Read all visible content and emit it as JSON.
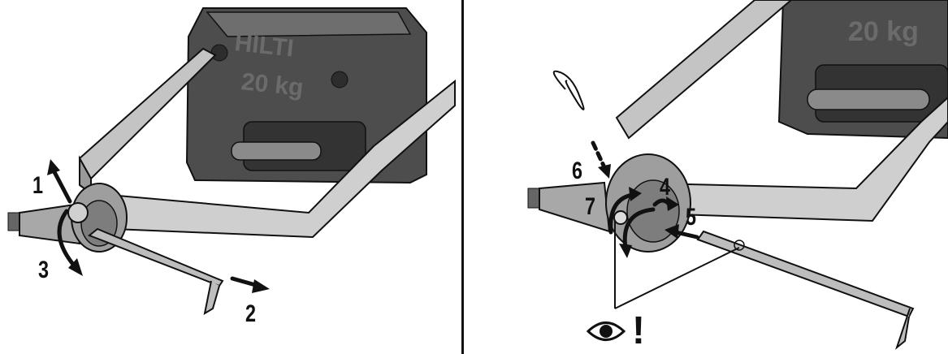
{
  "panels": [
    {
      "steps": [
        {
          "number": "1",
          "action": "lift"
        },
        {
          "number": "2",
          "action": "pull"
        },
        {
          "number": "3",
          "action": "rotate"
        }
      ],
      "weight_label": "20 kg",
      "brand_mark": "HILTI"
    },
    {
      "steps": [
        {
          "number": "4",
          "action": "rotate"
        },
        {
          "number": "5",
          "action": "push"
        },
        {
          "number": "6",
          "action": "insert"
        },
        {
          "number": "7",
          "action": "rotate"
        }
      ],
      "weight_label": "20 kg",
      "warning": {
        "icon": "eye-icon",
        "symbol": "!"
      }
    }
  ],
  "colors": {
    "ink": "#111111",
    "metal": "#b9b9b9",
    "weight_body": "#4a4a4a",
    "weight_face": "#5a5a5a"
  }
}
